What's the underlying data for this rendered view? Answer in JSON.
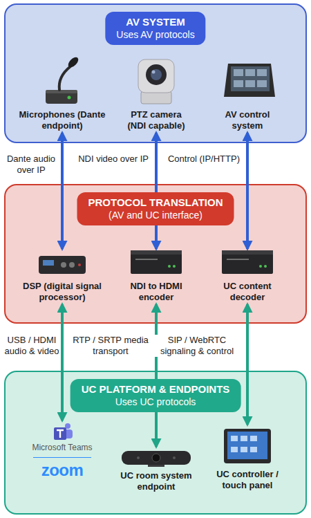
{
  "diagram": {
    "nodes": [
      {
        "text": [
          "AV SYSTEM",
          "Uses AV protocols"
        ]
      },
      {
        "text": [
          "Microphones (Dante endpoint)"
        ],
        "in": 0
      },
      {
        "text": [
          "PTZ camera (NDI capable)"
        ],
        "in": 0
      },
      {
        "text": [
          "AV control system"
        ],
        "in": 0
      },
      {
        "text": [
          "PROTOCOL TRANSLATION",
          "(AV and UC interface)"
        ]
      },
      {
        "text": [
          "DSP (digital signal processor)"
        ],
        "in": 4
      },
      {
        "text": [
          "NDI to HDMI encoder"
        ],
        "in": 4
      },
      {
        "text": [
          "UC content decoder"
        ],
        "in": 4
      },
      {
        "text": [
          "UC PLATFORM & ENDPOINTS",
          "Uses UC protocols"
        ]
      },
      {
        "text": [
          "Microsoft Teams",
          "zoom"
        ],
        "in": 8
      },
      {
        "text": [
          "UC room system endpoint"
        ],
        "in": 8
      },
      {
        "text": [
          "UC controller / touch panel"
        ],
        "in": 8
      }
    ],
    "edges": [
      {
        "from": 1,
        "to": 5,
        "label": "Dante audio over IP",
        "arrow": "both"
      },
      {
        "from": 2,
        "to": 6,
        "label": "NDI video over IP",
        "arrow": "both"
      },
      {
        "from": 3,
        "to": 7,
        "label": "Control (IP/HTTP)",
        "arrow": "both"
      },
      {
        "from": 5,
        "to": 9,
        "label": "USB / HDMI audio & video",
        "arrow": "both"
      },
      {
        "from": 6,
        "to": 10,
        "label": "RTP / SRTP media transport",
        "arrow": "both"
      },
      {
        "from": 7,
        "to": 11,
        "label": "SIP / WebRTC signaling & control",
        "arrow": "both"
      }
    ]
  }
}
